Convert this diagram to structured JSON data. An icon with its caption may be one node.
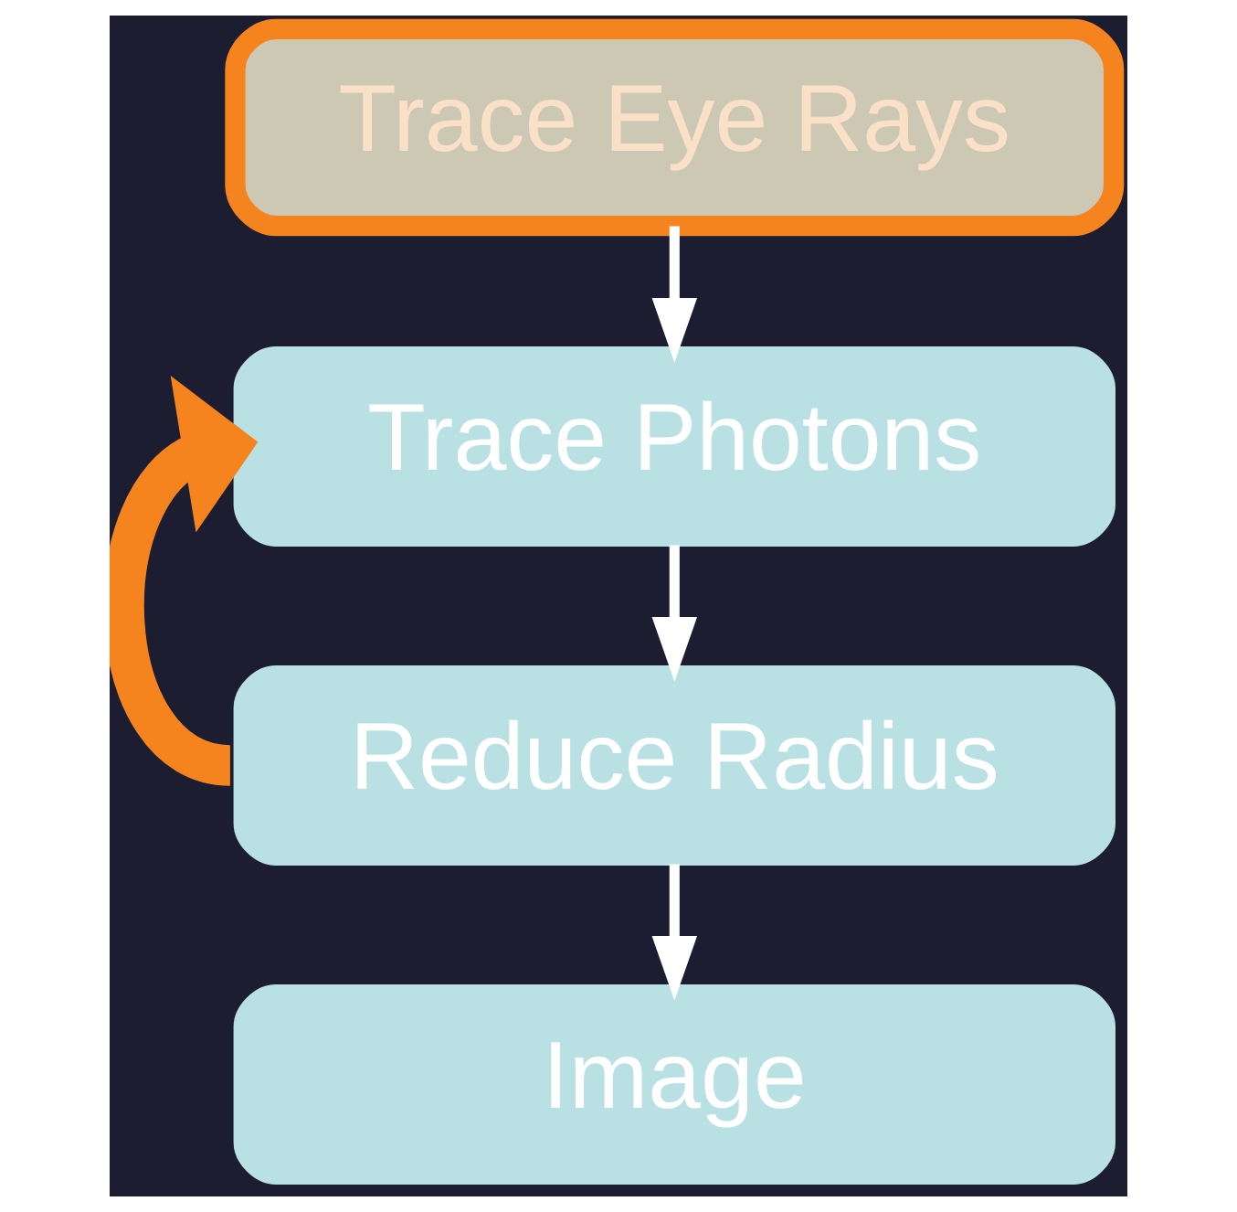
{
  "diagram": {
    "nodes": [
      {
        "text": [
          "Trace Eye Rays"
        ]
      },
      {
        "text": [
          "Trace Photons"
        ]
      },
      {
        "text": [
          "Reduce Radius"
        ]
      },
      {
        "text": [
          "Image"
        ]
      }
    ],
    "edges": [
      {
        "from": 0,
        "to": 1,
        "arrow": "to"
      },
      {
        "from": 1,
        "to": 2,
        "arrow": "to"
      },
      {
        "from": 2,
        "to": 3,
        "arrow": "to"
      },
      {
        "from": 2,
        "to": 1,
        "arrow": "to",
        "style": "thick",
        "color": "#f5841f"
      }
    ]
  }
}
